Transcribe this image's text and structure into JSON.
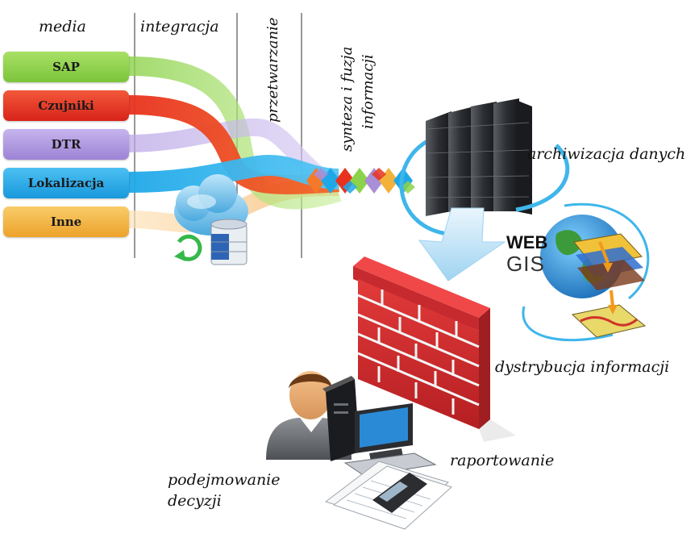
{
  "stages": {
    "media": "media",
    "integration": "integracja",
    "processing": "przetwarzanie",
    "synthesis_line1": "synteza i fuzja",
    "synthesis_line2": "informacji"
  },
  "sources": [
    {
      "label": "SAP",
      "color": "#8cd24a"
    },
    {
      "label": "Czujniki",
      "color": "#e8321e"
    },
    {
      "label": "DTR",
      "color": "#a98ed8"
    },
    {
      "label": "Lokalizacja",
      "color": "#1fa8e8"
    },
    {
      "label": "Inne",
      "color": "#f2b23a"
    }
  ],
  "labels": {
    "archive": "archiwizacja danych",
    "distribution": "dystrybucja informacji",
    "reporting": "raportowanie",
    "decision_line1": "podejmowanie",
    "decision_line2": "decyzji"
  },
  "webgis": {
    "web": "WEB",
    "gis": "GIS"
  }
}
